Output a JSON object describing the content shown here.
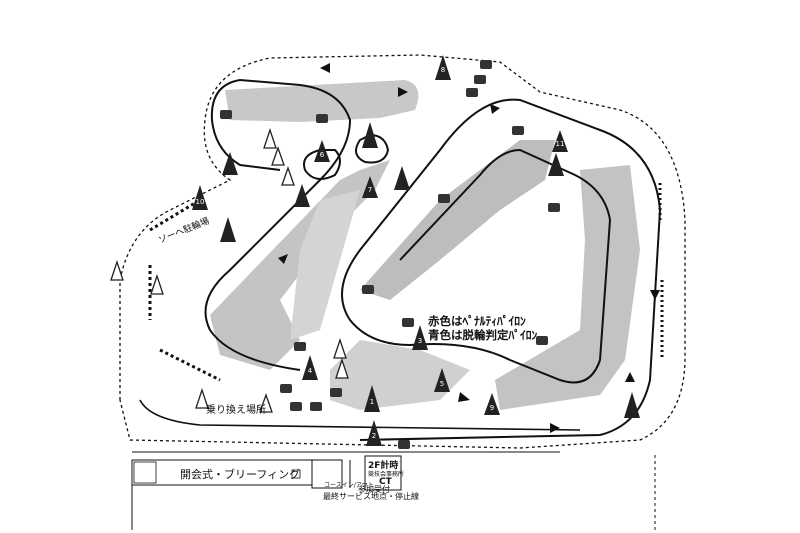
{
  "legend": {
    "red_cone": "赤色はﾍﾟﾅﾙﾃｨﾊﾟｲﾛﾝ",
    "blue_cone": "青色は脱輪判定ﾊﾟｲﾛﾝ"
  },
  "labels": {
    "transfer_area": "乗り換え場所",
    "vertical_label": "ソーヘ駐輪場",
    "opening_briefing": "開会式・ブリーフィング",
    "finish_line": "最終サービス地点・停止線",
    "floor": "2F計時",
    "floor_sub": "競技会事務所",
    "ct": "CT",
    "course_entry": "参加受付",
    "course_in_out": "コースイン/アウト"
  },
  "cone_numbers": [
    "1",
    "2",
    "3",
    "4",
    "5",
    "6",
    "7",
    "8",
    "9",
    "10",
    "11"
  ],
  "colors": {
    "track": "#111111",
    "infield": "#c8c8c8",
    "cone": "#222222",
    "background": "#ffffff"
  }
}
